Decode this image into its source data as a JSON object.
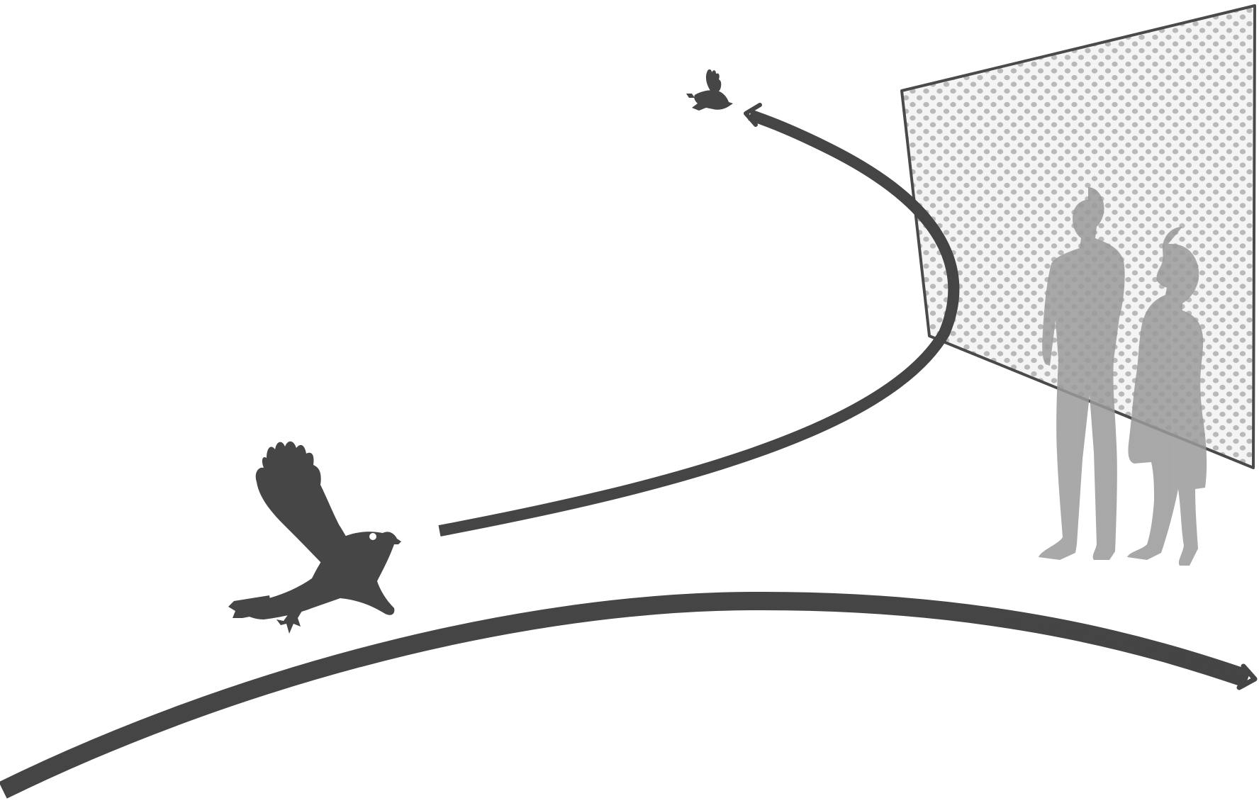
{
  "diagram": {
    "description_free": true,
    "colors": {
      "background": "#ffffff",
      "ink": "#454545",
      "bird": "#464646",
      "pane_frame": "#4a4a4a",
      "pane_fill": "#f4f4f4",
      "pane_dots": "#b9b9b9",
      "people": "#9a9a9a"
    },
    "elements": {
      "window_pane": "window-pane",
      "people": [
        "person-man-silhouette",
        "person-woman-silhouette"
      ],
      "birds": [
        "bird-large-icon",
        "bird-small-icon"
      ],
      "paths": [
        "flight-path-deflected",
        "flight-path-passing"
      ]
    }
  }
}
